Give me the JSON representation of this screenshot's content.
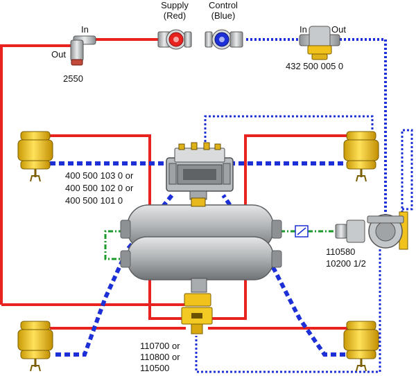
{
  "labels": {
    "supply_title": "Supply",
    "supply_sub": "(Red)",
    "control_title": "Control",
    "control_sub": "(Blue)",
    "in_left": "In",
    "out_left": "Out",
    "part_2550": "2550",
    "in_right": "In",
    "out_right": "Out",
    "part_432": "432 500 005 0",
    "ebs_line1": "400 500 103 0 or",
    "ebs_line2": "400 500 102 0 or",
    "ebs_line3": "400 500 101 0",
    "sensor_line1": "110580",
    "sensor_line2": "10200 1/2",
    "drain_line1": "110700 or",
    "drain_line2": "110800 or",
    "drain_line3": "110500"
  },
  "colors": {
    "supply": "#e8231f",
    "control": "#1d2fd6",
    "signal": "#1a9a2a",
    "tank": "#a9acae",
    "chamber": "#f2c418"
  }
}
